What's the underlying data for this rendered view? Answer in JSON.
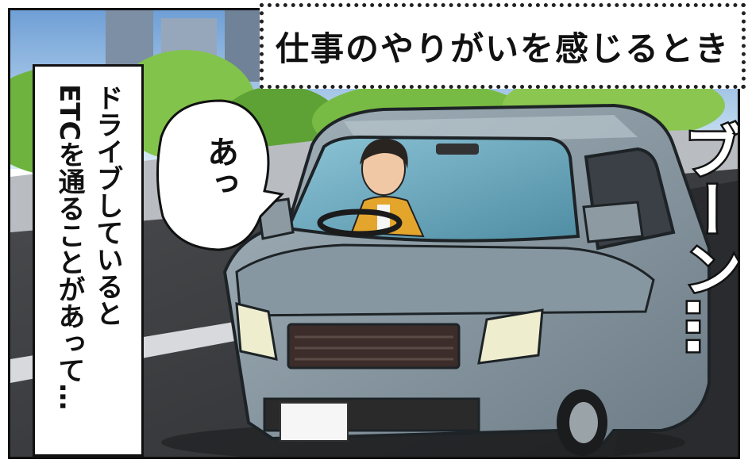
{
  "caption": "仕事のやりがいを感じるとき",
  "narration": {
    "line1": "ドライブしていると",
    "line2": "ETCを通ることがあって…"
  },
  "speech": "あっ",
  "sound_effect": "ブーン…"
}
